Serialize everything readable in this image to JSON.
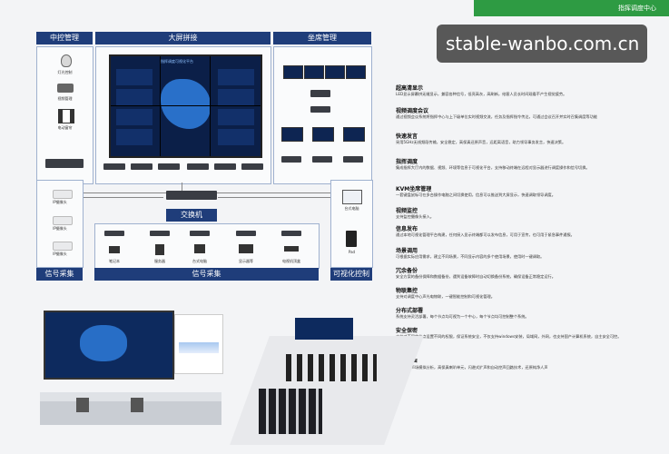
{
  "brand": {
    "label": "指挥调度中心",
    "color": "#2e9b43"
  },
  "watermark": {
    "text": "stable-wanbo.com.cn"
  },
  "sections": {
    "central": {
      "title": "中控管理",
      "items": [
        "灯光控制",
        "视频管理",
        "电动窗帘"
      ]
    },
    "big_screen": {
      "title": "大屏拼接",
      "screen_title": "指挥调度可视化平台"
    },
    "seat": {
      "title": "坐席管理"
    },
    "switch": {
      "title": "交换机"
    },
    "signal_left": {
      "title": "信号采集",
      "items": [
        "IP摄像头",
        "IP摄像头",
        "IP摄像头"
      ]
    },
    "signal_bottom": {
      "title": "信号采集",
      "items": [
        "笔记本",
        "服务器",
        "台式电脑",
        "显示器等",
        "电视机顶盒"
      ]
    },
    "visual": {
      "title": "可视化控制",
      "items": [
        "台式电脑",
        "Pad"
      ]
    }
  },
  "features": [
    {
      "title": "超高清显示",
      "body": "LED显示屏幕拼无缝显示，兼容各种信号，低亮高灰，高刷新，给客人员长时间观看不产生视觉疲劳。"
    },
    {
      "title": "视频调度会议",
      "body": "通过视频会议系统将指挥中心与上下级单位实时视频交流，任务及指挥指令传达，可通过会议召开并实时召集调度等功能"
    },
    {
      "title": "快速发言",
      "body": "采用5GHz无线频段传输，安全稳定，高保真还原声音，远距离语音，助力领导事务发言，快速决策。"
    },
    {
      "title": "指挥调度",
      "body": "集成指挥大厅内的数据、视频、环境等信息于可视化平台，支持移动终端在远程对显示器进行调度操作和信号切换。"
    },
    {
      "title": "KVM坐席管理",
      "body": "一套键盘鼠标可在多台操作电脑之间切换使用，信息可以推送到大屏显示，快速调取领导调度。"
    },
    {
      "title": "视频监控",
      "body": "支持监控摄像头接入。"
    },
    {
      "title": "信息发布",
      "body": "通过本地可视化管理平台构建，任何接入显示终端都可以发布信息，可用于宣传，也可用于紧急事件通报。"
    },
    {
      "title": "场景调用",
      "body": "可根据实际应用需求，建立不同场景，不同显示内容的多个使用场景，使用时一键调取。"
    },
    {
      "title": "冗余备份",
      "body": "安全方案的备份保障和数据备份，遇到设备故障时自动切换备份系统，确保设备正常稳定运行。"
    },
    {
      "title": "物联集控",
      "body": "支持对调度中心声光电物联，一键智能控制和可视化管理。"
    },
    {
      "title": "分布式部署",
      "body": "系统支持灵活部署，每个节点均可视为一个中心，每个节点均可控制整个系统。"
    },
    {
      "title": "安全保密",
      "body": "支持对不同的节点设置不同的权限，保证系统安全，不仅支持windows安装，局域网，外网，也支持国产计算机系统，自主安全可控。"
    },
    {
      "title": "纯净扩声",
      "body": "采用专业声场模拟分析，高保真喇叭单元，闪避式扩声和自动控声回路技术，还原纯净人声"
    }
  ]
}
